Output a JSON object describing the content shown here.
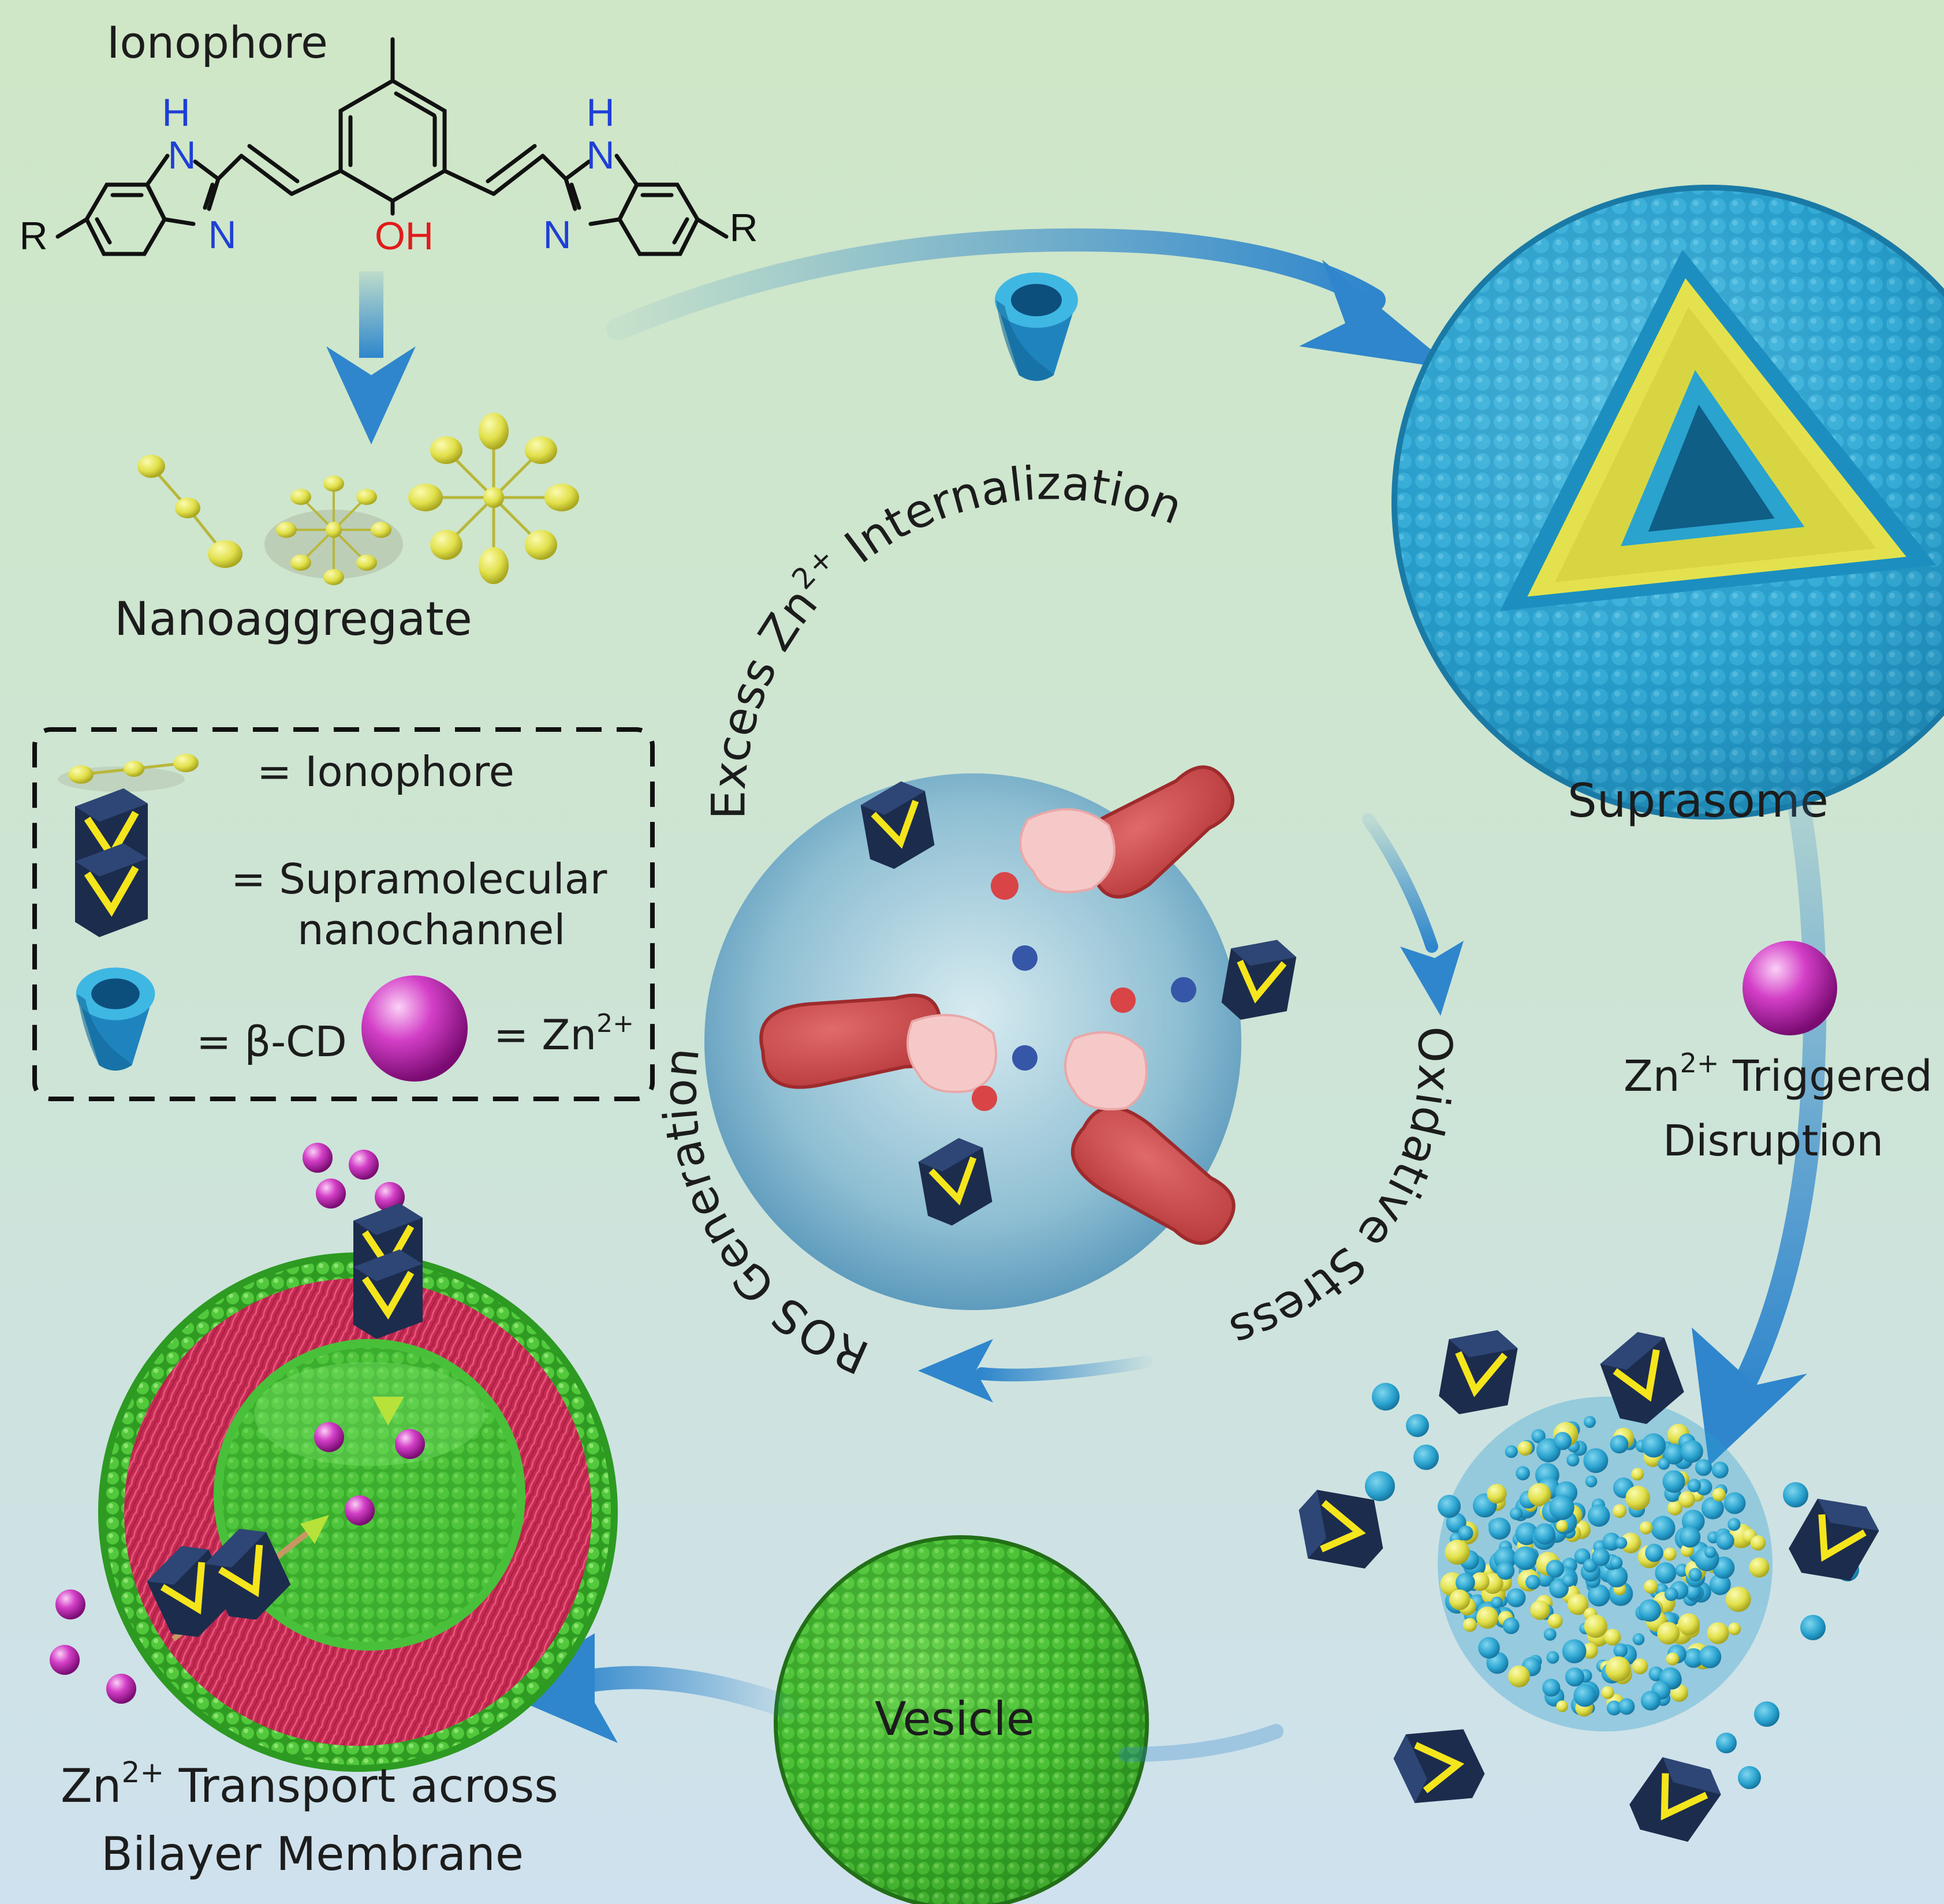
{
  "colors": {
    "bg_top": "#cfe7c6",
    "bg_bottom": "#cfe1ee",
    "arrow": "#2f86cc",
    "cyan": "#2aa3cf",
    "yellow": "#e3e24e",
    "green": "#4cc83a",
    "red_lipid": "#d5335a",
    "magenta": "#c418b6",
    "navy": "#1c2c4d",
    "cell_red": "#c9474a",
    "nitrogen": "#1f3fd6",
    "oxygen": "#e11b1b"
  },
  "structure": {
    "title": "Ionophore",
    "h_left": "H",
    "n_left_top": "N",
    "n_left_bottom": "N",
    "r_left": "R",
    "oh": "OH",
    "h_right": "H",
    "n_right_top": "N",
    "n_right_bottom": "N",
    "r_right": "R"
  },
  "labels": {
    "nanoaggregate": "Nanoaggregate",
    "suprasome": "Suprasome",
    "trigger_line1": "Zn",
    "trigger_sup": "2+",
    "trigger_line1_rest": " Triggered",
    "trigger_line2": "Disruption",
    "vesicle": "Vesicle",
    "transport_line1_a": "Zn",
    "transport_sup": "2+",
    "transport_line1_b": " Transport across",
    "transport_line2": "Bilayer Membrane"
  },
  "legend": {
    "ionophore": "= Ionophore",
    "nanochannel_line1": "= Supramolecular",
    "nanochannel_line2": "nanochannel",
    "beta_cd": "= β-CD",
    "zn": "= Zn",
    "zn_sup": "2+"
  },
  "cycle": {
    "internalization_a": "Excess Zn",
    "internalization_sup": "2+",
    "internalization_b": " Internalization",
    "oxidative": "Oxidative Stress",
    "ros": "ROS Generation"
  },
  "icons": [
    "beta-cd-cone-icon",
    "zinc-ion-sphere-icon",
    "nanochannel-icon",
    "ionophore-rod-icon",
    "cell-icon"
  ]
}
